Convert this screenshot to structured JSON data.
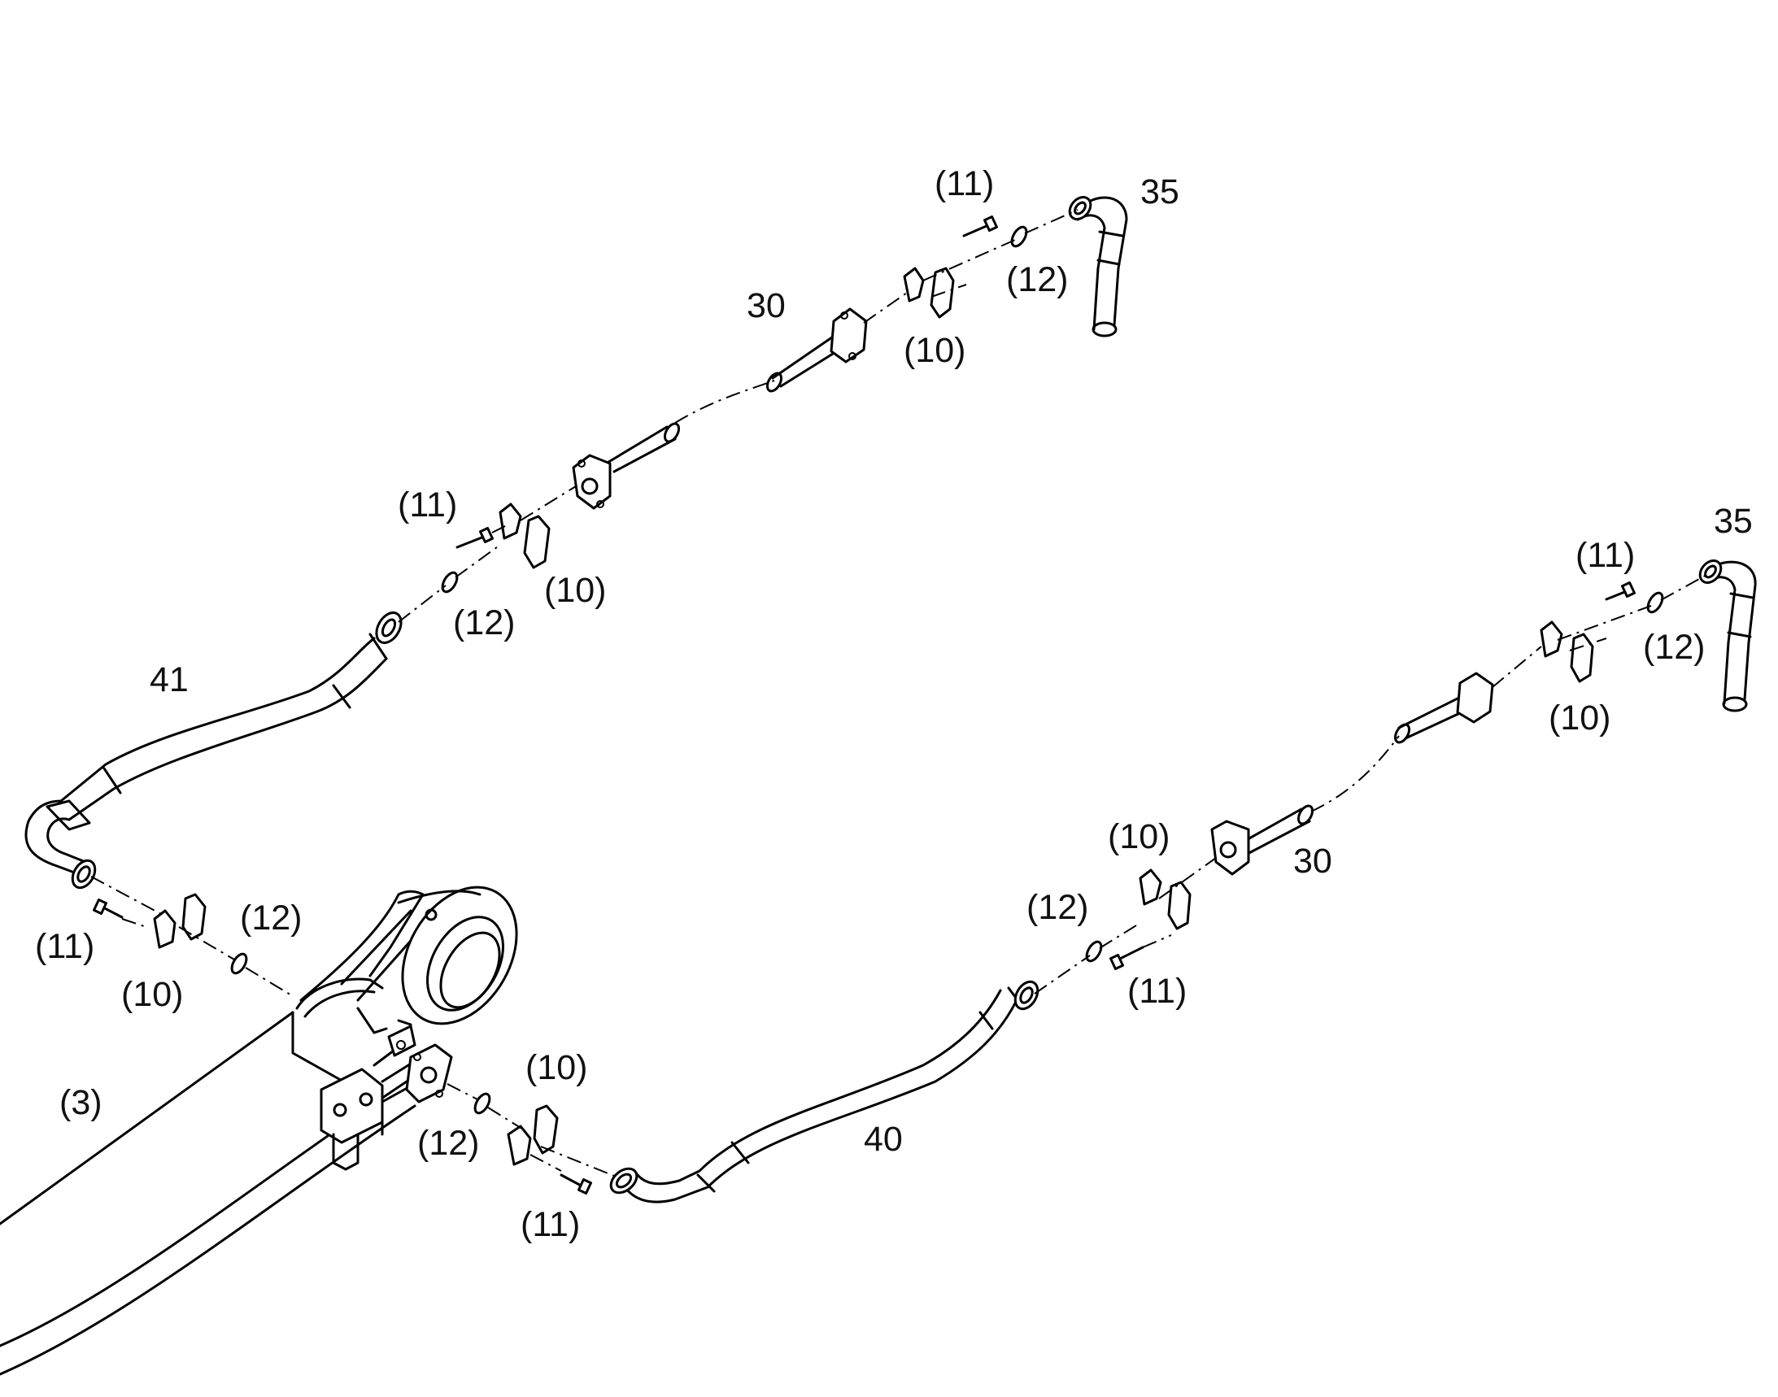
{
  "labels": {
    "l41": "41",
    "l40": "40",
    "l3": "(3)",
    "l30_top": "30",
    "l30_right": "30",
    "l35_top": "35",
    "l35_right": "35",
    "l11_top": "(11)",
    "l12_top": "(12)",
    "l10_top": "(10)",
    "l11_mid": "(11)",
    "l10_mid": "(10)",
    "l12_mid": "(12)",
    "l11_left": "(11)",
    "l10_left": "(10)",
    "l12_left": "(12)",
    "l10_bottom": "(10)",
    "l12_bottom": "(12)",
    "l11_bottom": "(11)",
    "l11_right_top": "(11)",
    "l12_right_top": "(12)",
    "l10_right_top": "(10)",
    "l10_right_mid": "(10)",
    "l12_right_mid": "(12)",
    "l11_right_mid": "(11)"
  }
}
